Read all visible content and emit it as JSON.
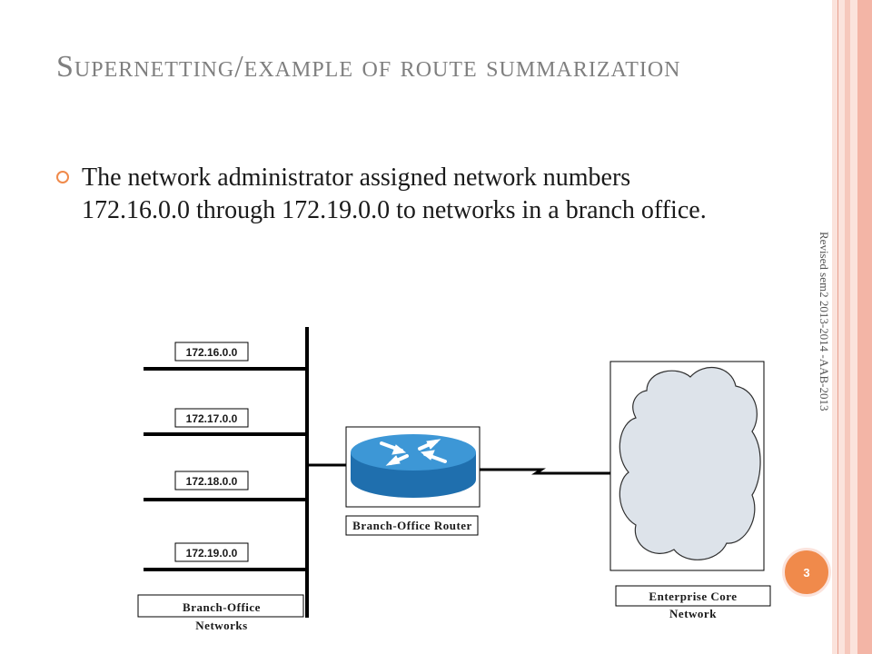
{
  "slide": {
    "title": "Supernetting/example of route summarization",
    "bullet": "The network administrator assigned network numbers 172.16.0.0 through 172.19.0.0 to networks in a branch office.",
    "side_note": "Revised sem2 2013-2014 -AAB-2013",
    "page_number": "3"
  },
  "diagram": {
    "networks": [
      "172.16.0.0",
      "172.17.0.0",
      "172.18.0.0",
      "172.19.0.0"
    ],
    "router_label": "Branch-Office Router",
    "networks_label_line1": "Branch-Office",
    "networks_label_line2": "Networks",
    "core_label_line1": "Enterprise Core",
    "core_label_line2": "Network"
  },
  "colors": {
    "accent": "#f08a4b",
    "title": "#7f7f7f",
    "router": "#2f86c8",
    "cloud": "#dde3ea"
  }
}
